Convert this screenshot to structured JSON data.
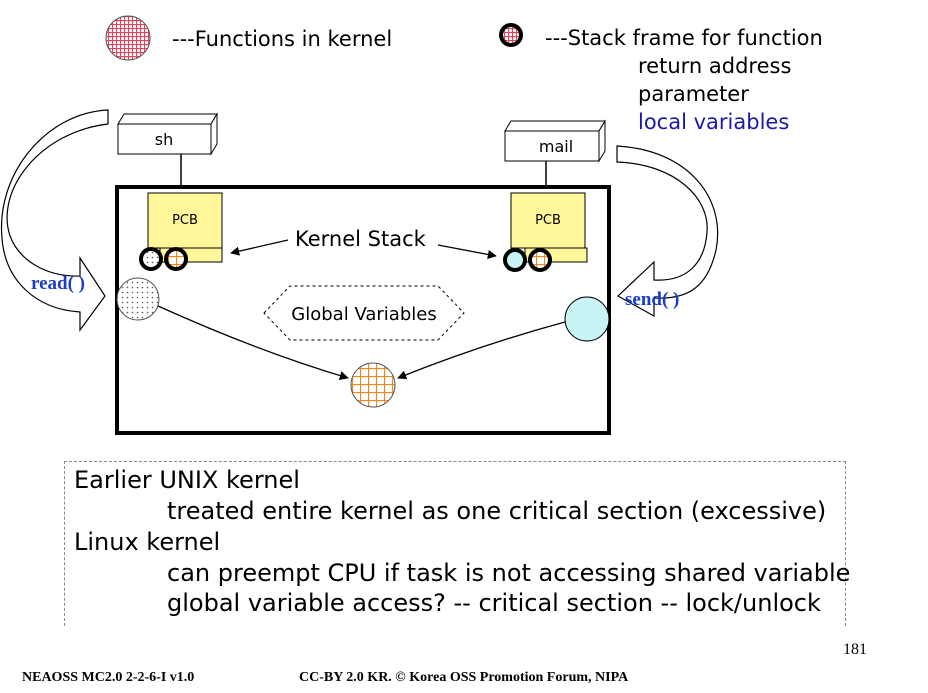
{
  "legend": {
    "functions_label": "---Functions in kernel",
    "stack_frame_label": "---Stack frame for function",
    "stack_frame_items": [
      "return address",
      "parameter",
      "local variables"
    ]
  },
  "processes": [
    {
      "name": "sh",
      "pcb_label": "PCB",
      "syscall": "read( )"
    },
    {
      "name": "mail",
      "pcb_label": "PCB",
      "syscall": "send( )"
    }
  ],
  "kernel_stack_label": "Kernel Stack",
  "global_variables_label": "Global Variables",
  "notes": {
    "line1": "Earlier UNIX  kernel",
    "line2": "treated entire kernel as one critical section (excessive)",
    "line3": "Linux kernel",
    "line4": "can preempt CPU if task is not accessing shared variable",
    "line5": "global variable access? --  critical section -- lock/unlock"
  },
  "footer": {
    "left": "NEAOSS MC2.0 2-2-6-I v1.0",
    "center": "CC-BY 2.0 KR. © Korea OSS Promotion Forum, NIPA",
    "page_number": "181"
  },
  "colors": {
    "function_red": "#e8415a",
    "function_orange": "#ef8a1e",
    "cyan": "#c8f4f6",
    "pcb_yellow": "#fff799",
    "local_vars_blue": "#1a1aa8",
    "syscall_blue": "#1a3cc8"
  }
}
